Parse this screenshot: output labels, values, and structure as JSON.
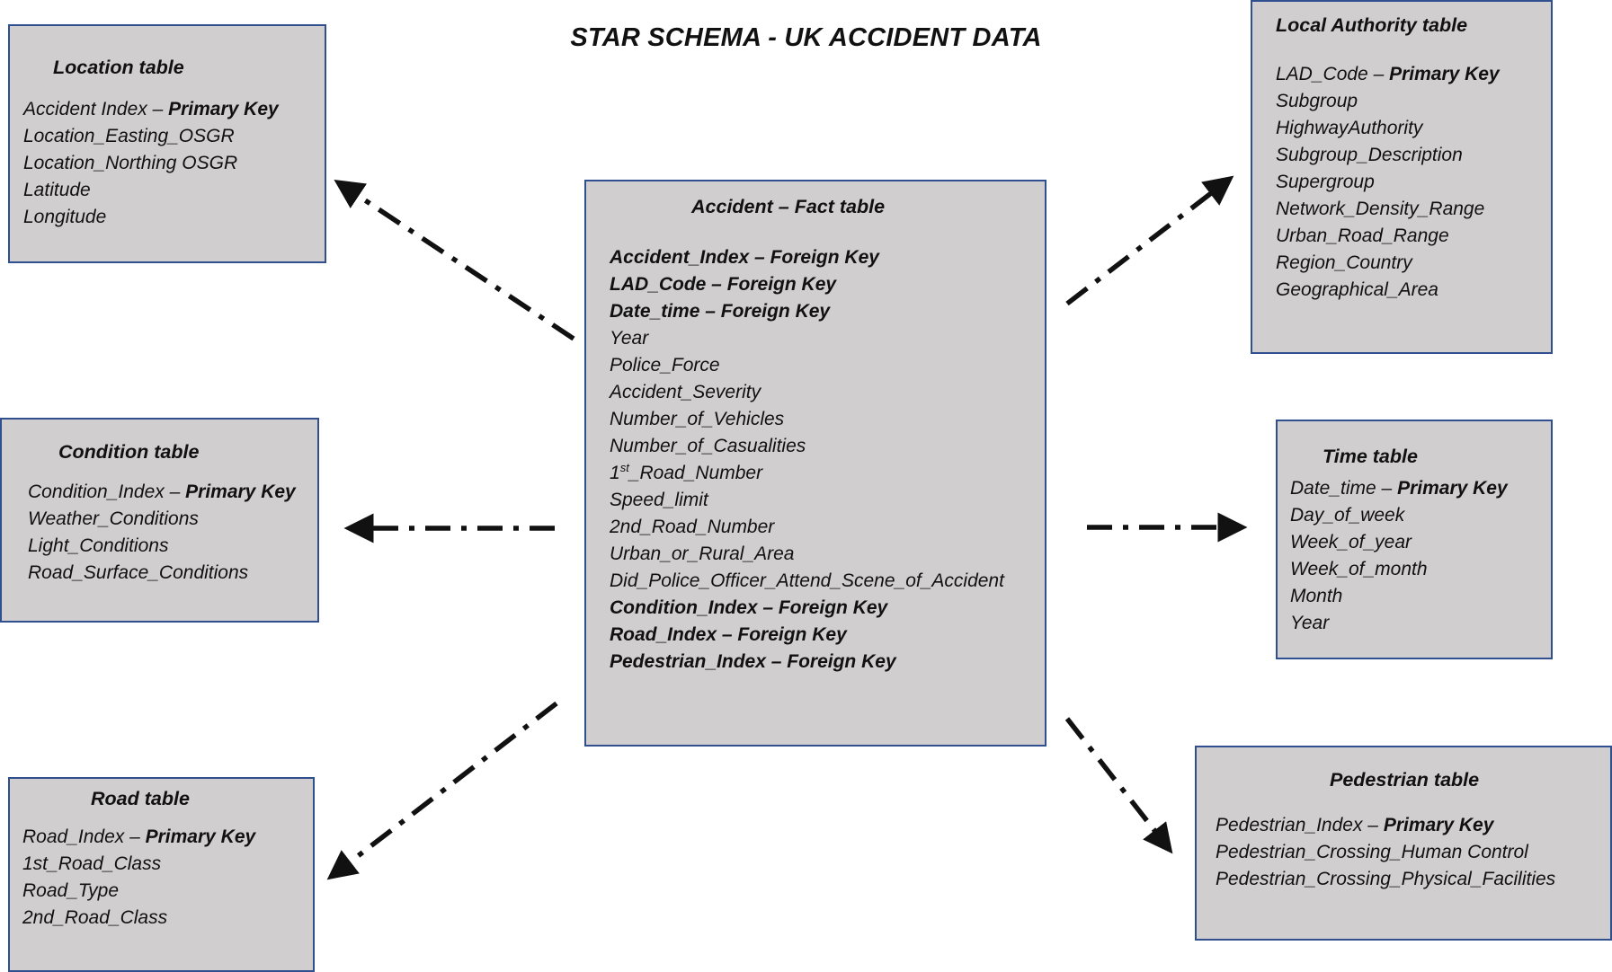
{
  "title": "STAR SCHEMA - UK ACCIDENT DATA",
  "key_sep": " – ",
  "colors": {
    "box_fill": "#d0cece",
    "box_border": "#2f4f8f",
    "arrow": "#111111"
  },
  "location": {
    "header": "Location table",
    "rows": [
      {
        "name": "Accident Index",
        "key": "Primary Key"
      },
      {
        "name": "Location_Easting_OSGR"
      },
      {
        "name": "Location_Northing OSGR"
      },
      {
        "name": "Latitude"
      },
      {
        "name": "Longitude"
      }
    ]
  },
  "condition": {
    "header": "Condition table",
    "rows": [
      {
        "name": "Condition_Index",
        "key": "Primary Key"
      },
      {
        "name": "Weather_Conditions"
      },
      {
        "name": "Light_Conditions"
      },
      {
        "name": "Road_Surface_Conditions"
      }
    ]
  },
  "road": {
    "header": "Road table",
    "rows": [
      {
        "name": "Road_Index",
        "key": "Primary Key"
      },
      {
        "name": "1st_Road_Class"
      },
      {
        "name": "Road_Type"
      },
      {
        "name": "2nd_Road_Class"
      }
    ]
  },
  "fact": {
    "header": "Accident – Fact table",
    "rows": [
      {
        "name": "Accident_Index",
        "key": "Foreign Key"
      },
      {
        "name": "LAD_Code",
        "key": "Foreign Key"
      },
      {
        "name": "Date_time",
        "key": "Foreign Key"
      },
      {
        "name": "Year"
      },
      {
        "name": "Police_Force"
      },
      {
        "name": "Accident_Severity"
      },
      {
        "name": "Number_of_Vehicles"
      },
      {
        "name": "Number_of_Casualities"
      },
      {
        "name": "1",
        "sup": "st",
        "rest": "_Road_Number"
      },
      {
        "name": "Speed_limit"
      },
      {
        "name": "2nd_Road_Number"
      },
      {
        "name": "Urban_or_Rural_Area"
      },
      {
        "name": "Did_Police_Officer_Attend_Scene_of_Accident"
      },
      {
        "name": "Condition_Index",
        "key": "Foreign Key"
      },
      {
        "name": "Road_Index",
        "key": "Foreign Key"
      },
      {
        "name": "Pedestrian_Index",
        "key": "Foreign Key"
      }
    ]
  },
  "local_authority": {
    "header": "Local Authority table",
    "rows": [
      {
        "name": "LAD_Code",
        "key": "Primary Key"
      },
      {
        "name": "Subgroup"
      },
      {
        "name": "HighwayAuthority"
      },
      {
        "name": "Subgroup_Description"
      },
      {
        "name": "Supergroup"
      },
      {
        "name": "Network_Density_Range"
      },
      {
        "name": "Urban_Road_Range"
      },
      {
        "name": "Region_Country"
      },
      {
        "name": "Geographical_Area"
      }
    ]
  },
  "time": {
    "header": "Time table",
    "rows": [
      {
        "name": "Date_time",
        "key": "Primary Key"
      },
      {
        "name": "Day_of_week"
      },
      {
        "name": "Week_of_year"
      },
      {
        "name": "Week_of_month"
      },
      {
        "name": "Month"
      },
      {
        "name": "Year"
      }
    ]
  },
  "pedestrian": {
    "header": "Pedestrian table",
    "rows": [
      {
        "name": "Pedestrian_Index",
        "key": "Primary Key"
      },
      {
        "name": "Pedestrian_Crossing_Human Control"
      },
      {
        "name": "Pedestrian_Crossing_Physical_Facilities"
      }
    ]
  }
}
